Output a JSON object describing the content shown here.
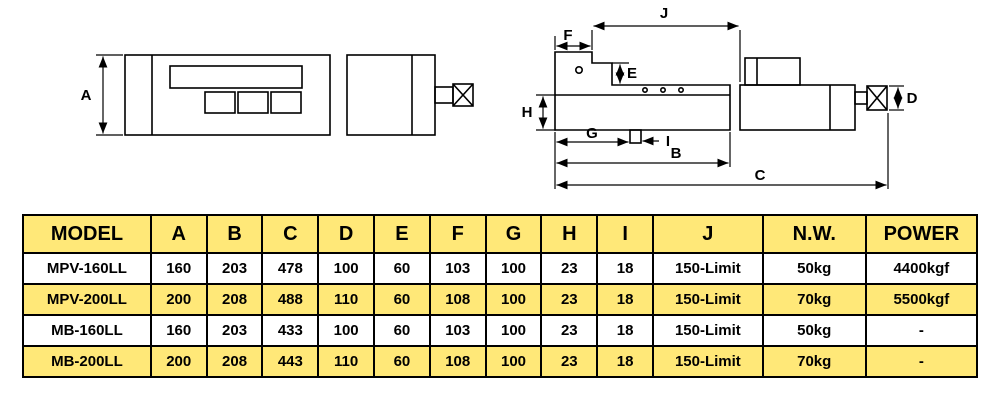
{
  "diagram": {
    "labels": {
      "A": "A",
      "B": "B",
      "C": "C",
      "D": "D",
      "E": "E",
      "F": "F",
      "G": "G",
      "H": "H",
      "I": "I",
      "J": "J"
    }
  },
  "table": {
    "headers": [
      "MODEL",
      "A",
      "B",
      "C",
      "D",
      "E",
      "F",
      "G",
      "H",
      "I",
      "J",
      "N.W.",
      "POWER"
    ],
    "rows": [
      [
        "MPV-160LL",
        "160",
        "203",
        "478",
        "100",
        "60",
        "103",
        "100",
        "23",
        "18",
        "150-Limit",
        "50kg",
        "4400kgf"
      ],
      [
        "MPV-200LL",
        "200",
        "208",
        "488",
        "110",
        "60",
        "108",
        "100",
        "23",
        "18",
        "150-Limit",
        "70kg",
        "5500kgf"
      ],
      [
        "MB-160LL",
        "160",
        "203",
        "433",
        "100",
        "60",
        "103",
        "100",
        "23",
        "18",
        "150-Limit",
        "50kg",
        "-"
      ],
      [
        "MB-200LL",
        "200",
        "208",
        "443",
        "110",
        "60",
        "108",
        "100",
        "23",
        "18",
        "150-Limit",
        "70kg",
        "-"
      ]
    ],
    "colors": {
      "header_bg": "#ffe878",
      "alt_row_bg": "#ffe878",
      "row_bg": "#ffffff",
      "border": "#000000"
    }
  }
}
